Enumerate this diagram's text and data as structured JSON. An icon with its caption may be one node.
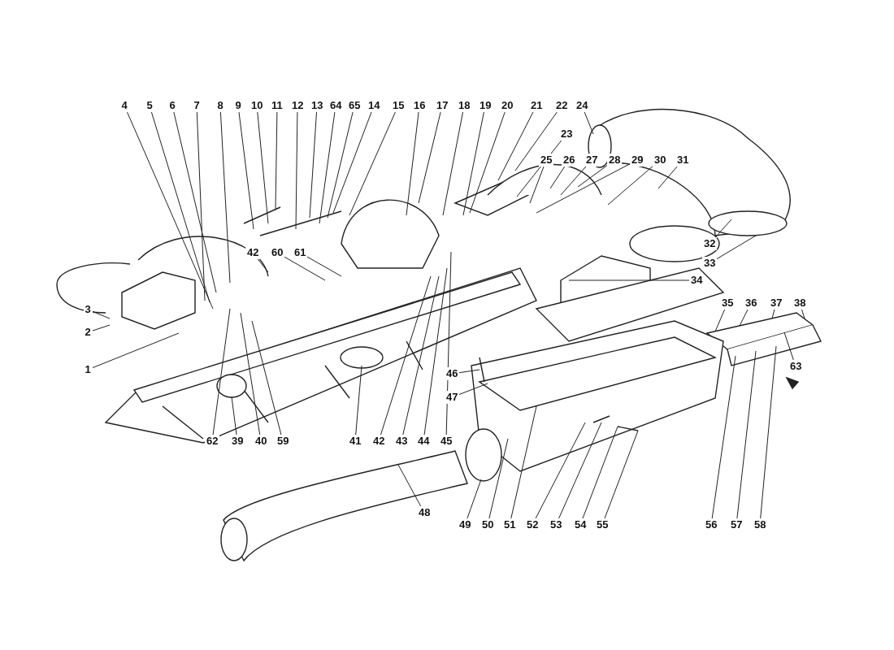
{
  "diagram": {
    "nodes": [
      {
        "text": [
          "4"
        ]
      },
      {
        "text": [
          "5"
        ]
      },
      {
        "text": [
          "6"
        ]
      },
      {
        "text": [
          "7"
        ]
      },
      {
        "text": [
          "8"
        ]
      },
      {
        "text": [
          "9"
        ]
      },
      {
        "text": [
          "10"
        ]
      },
      {
        "text": [
          "11"
        ]
      },
      {
        "text": [
          "12"
        ]
      },
      {
        "text": [
          "13"
        ]
      },
      {
        "text": [
          "64"
        ]
      },
      {
        "text": [
          "65"
        ]
      },
      {
        "text": [
          "14"
        ]
      },
      {
        "text": [
          "15"
        ]
      },
      {
        "text": [
          "16"
        ]
      },
      {
        "text": [
          "17"
        ]
      },
      {
        "text": [
          "18"
        ]
      },
      {
        "text": [
          "19"
        ]
      },
      {
        "text": [
          "20"
        ]
      },
      {
        "text": [
          "21"
        ]
      },
      {
        "text": [
          "22"
        ]
      },
      {
        "text": [
          "24"
        ]
      },
      {
        "text": [
          "23"
        ]
      },
      {
        "text": [
          "25"
        ]
      },
      {
        "text": [
          "26"
        ]
      },
      {
        "text": [
          "27"
        ]
      },
      {
        "text": [
          "28"
        ]
      },
      {
        "text": [
          "29"
        ]
      },
      {
        "text": [
          "30"
        ]
      },
      {
        "text": [
          "31"
        ]
      },
      {
        "text": [
          "32"
        ]
      },
      {
        "text": [
          "33"
        ]
      },
      {
        "text": [
          "34"
        ]
      },
      {
        "text": [
          "42"
        ]
      },
      {
        "text": [
          "60"
        ]
      },
      {
        "text": [
          "61"
        ]
      },
      {
        "text": [
          "3"
        ]
      },
      {
        "text": [
          "35"
        ]
      },
      {
        "text": [
          "36"
        ]
      },
      {
        "text": [
          "37"
        ]
      },
      {
        "text": [
          "38"
        ]
      },
      {
        "text": [
          "2"
        ]
      },
      {
        "text": [
          "63"
        ]
      },
      {
        "text": [
          "1"
        ]
      },
      {
        "text": [
          "46"
        ]
      },
      {
        "text": [
          "47"
        ]
      },
      {
        "text": [
          "62"
        ]
      },
      {
        "text": [
          "39"
        ]
      },
      {
        "text": [
          "40"
        ]
      },
      {
        "text": [
          "59"
        ]
      },
      {
        "text": [
          "41"
        ]
      },
      {
        "text": [
          "42"
        ]
      },
      {
        "text": [
          "43"
        ]
      },
      {
        "text": [
          "44"
        ]
      },
      {
        "text": [
          "45"
        ]
      },
      {
        "text": [
          "48"
        ]
      },
      {
        "text": [
          "49"
        ]
      },
      {
        "text": [
          "50"
        ]
      },
      {
        "text": [
          "51"
        ]
      },
      {
        "text": [
          "52"
        ]
      },
      {
        "text": [
          "53"
        ]
      },
      {
        "text": [
          "54"
        ]
      },
      {
        "text": [
          "55"
        ]
      },
      {
        "text": [
          "56"
        ]
      },
      {
        "text": [
          "57"
        ]
      },
      {
        "text": [
          "58"
        ]
      }
    ],
    "edges": [
      {
        "from": 0,
        "to": null,
        "arrow": "none"
      },
      {
        "from": 1,
        "to": null,
        "arrow": "none"
      },
      {
        "from": 2,
        "to": null,
        "arrow": "none"
      },
      {
        "from": 3,
        "to": null,
        "arrow": "none"
      },
      {
        "from": 4,
        "to": null,
        "arrow": "none"
      },
      {
        "from": 5,
        "to": null,
        "arrow": "none"
      },
      {
        "from": 6,
        "to": null,
        "arrow": "none"
      },
      {
        "from": 7,
        "to": null,
        "arrow": "none"
      },
      {
        "from": 8,
        "to": null,
        "arrow": "none"
      },
      {
        "from": 9,
        "to": null,
        "arrow": "none"
      },
      {
        "from": 10,
        "to": null,
        "arrow": "none"
      },
      {
        "from": 11,
        "to": null,
        "arrow": "none"
      },
      {
        "from": 12,
        "to": null,
        "arrow": "none"
      },
      {
        "from": 13,
        "to": null,
        "arrow": "none"
      },
      {
        "from": 14,
        "to": null,
        "arrow": "none"
      },
      {
        "from": 15,
        "to": null,
        "arrow": "none"
      },
      {
        "from": 16,
        "to": null,
        "arrow": "none"
      },
      {
        "from": 17,
        "to": null,
        "arrow": "none"
      },
      {
        "from": 18,
        "to": null,
        "arrow": "none"
      },
      {
        "from": 19,
        "to": null,
        "arrow": "none"
      },
      {
        "from": 20,
        "to": null,
        "arrow": "none"
      },
      {
        "from": 21,
        "to": null,
        "arrow": "none"
      },
      {
        "from": 22,
        "to": null,
        "arrow": "none"
      },
      {
        "from": 23,
        "to": null,
        "arrow": "none"
      },
      {
        "from": 24,
        "to": null,
        "arrow": "none"
      },
      {
        "from": 25,
        "to": null,
        "arrow": "none"
      },
      {
        "from": 26,
        "to": null,
        "arrow": "none"
      },
      {
        "from": 27,
        "to": null,
        "arrow": "none"
      },
      {
        "from": 28,
        "to": null,
        "arrow": "none"
      },
      {
        "from": 29,
        "to": null,
        "arrow": "none"
      },
      {
        "from": 30,
        "to": null,
        "arrow": "none"
      },
      {
        "from": 31,
        "to": null,
        "arrow": "none"
      },
      {
        "from": 32,
        "to": null,
        "arrow": "none"
      },
      {
        "from": 33,
        "to": null,
        "arrow": "none"
      },
      {
        "from": 34,
        "to": null,
        "arrow": "none"
      },
      {
        "from": 35,
        "to": null,
        "arrow": "none"
      },
      {
        "from": 36,
        "to": null,
        "arrow": "none"
      },
      {
        "from": 37,
        "to": null,
        "arrow": "none"
      },
      {
        "from": 38,
        "to": null,
        "arrow": "none"
      },
      {
        "from": 39,
        "to": null,
        "arrow": "none"
      },
      {
        "from": 40,
        "to": null,
        "arrow": "none"
      },
      {
        "from": 41,
        "to": null,
        "arrow": "none"
      },
      {
        "from": 42,
        "to": null,
        "arrow": "none"
      },
      {
        "from": 43,
        "to": null,
        "arrow": "none"
      },
      {
        "from": 44,
        "to": null,
        "arrow": "none"
      },
      {
        "from": 45,
        "to": null,
        "arrow": "none"
      },
      {
        "from": 46,
        "to": null,
        "arrow": "none"
      },
      {
        "from": 47,
        "to": null,
        "arrow": "none"
      },
      {
        "from": 48,
        "to": null,
        "arrow": "none"
      },
      {
        "from": 49,
        "to": null,
        "arrow": "none"
      },
      {
        "from": 50,
        "to": null,
        "arrow": "none"
      },
      {
        "from": 51,
        "to": null,
        "arrow": "none"
      },
      {
        "from": 52,
        "to": null,
        "arrow": "none"
      },
      {
        "from": 53,
        "to": null,
        "arrow": "none"
      },
      {
        "from": 54,
        "to": null,
        "arrow": "none"
      },
      {
        "from": 55,
        "to": null,
        "arrow": "none"
      },
      {
        "from": 56,
        "to": null,
        "arrow": "none"
      },
      {
        "from": 57,
        "to": null,
        "arrow": "none"
      },
      {
        "from": 58,
        "to": null,
        "arrow": "none"
      },
      {
        "from": 59,
        "to": null,
        "arrow": "none"
      },
      {
        "from": 60,
        "to": null,
        "arrow": "none"
      },
      {
        "from": 61,
        "to": null,
        "arrow": "none"
      },
      {
        "from": 62,
        "to": null,
        "arrow": "none"
      },
      {
        "from": 63,
        "to": null,
        "arrow": "none"
      },
      {
        "from": 64,
        "to": null,
        "arrow": "none"
      },
      {
        "from": 65,
        "to": null,
        "arrow": "none"
      }
    ]
  }
}
